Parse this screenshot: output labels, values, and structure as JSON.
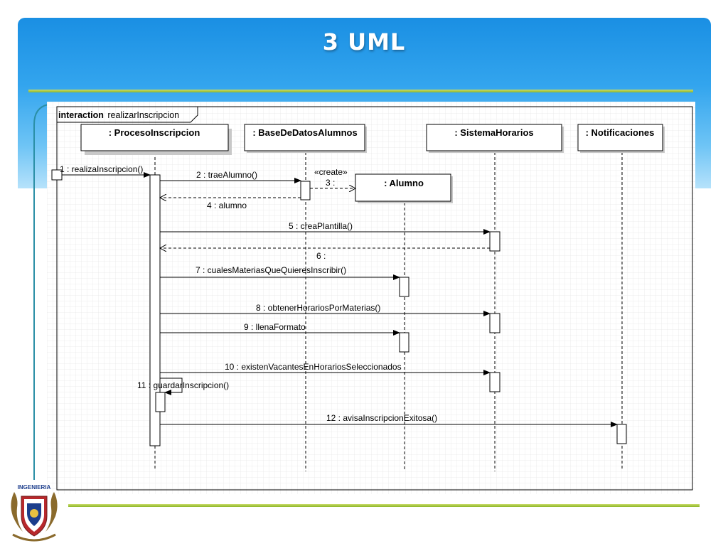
{
  "slide": {
    "title": "3 UML"
  },
  "diagram": {
    "frame_keyword": "interaction",
    "frame_name": "realizarInscripcion",
    "lifelines": [
      {
        "label": ": ProcesoInscripcion"
      },
      {
        "label": ": BaseDeDatosAlumnos"
      },
      {
        "label": ": SistemaHorarios"
      },
      {
        "label": ": Notificaciones"
      },
      {
        "label": ": Alumno"
      }
    ],
    "messages": [
      {
        "label": "1 : realizaInscripcion()"
      },
      {
        "label": "2 : traeAlumno()"
      },
      {
        "label": "3 :",
        "stereotype": "«create»"
      },
      {
        "label": "4 : alumno"
      },
      {
        "label": "5 : creaPlantilla()"
      },
      {
        "label": "6 :"
      },
      {
        "label": "7 : cualesMateriasQueQuieresInscribir()"
      },
      {
        "label": "8 : obtenerHorariosPorMaterias()"
      },
      {
        "label": "9 : llenaFormato"
      },
      {
        "label": "10 : existenVacantesEnHorariosSeleccionados"
      },
      {
        "label": "11 : guardarInscripcion()"
      },
      {
        "label": "12 : avisaInscripcionExitosa()"
      }
    ]
  },
  "logo": {
    "text": "INGENIERIA"
  },
  "colors": {
    "header": "#2a9ae8",
    "accent_line": "#9bbf32",
    "diagram_line": "#000000"
  }
}
